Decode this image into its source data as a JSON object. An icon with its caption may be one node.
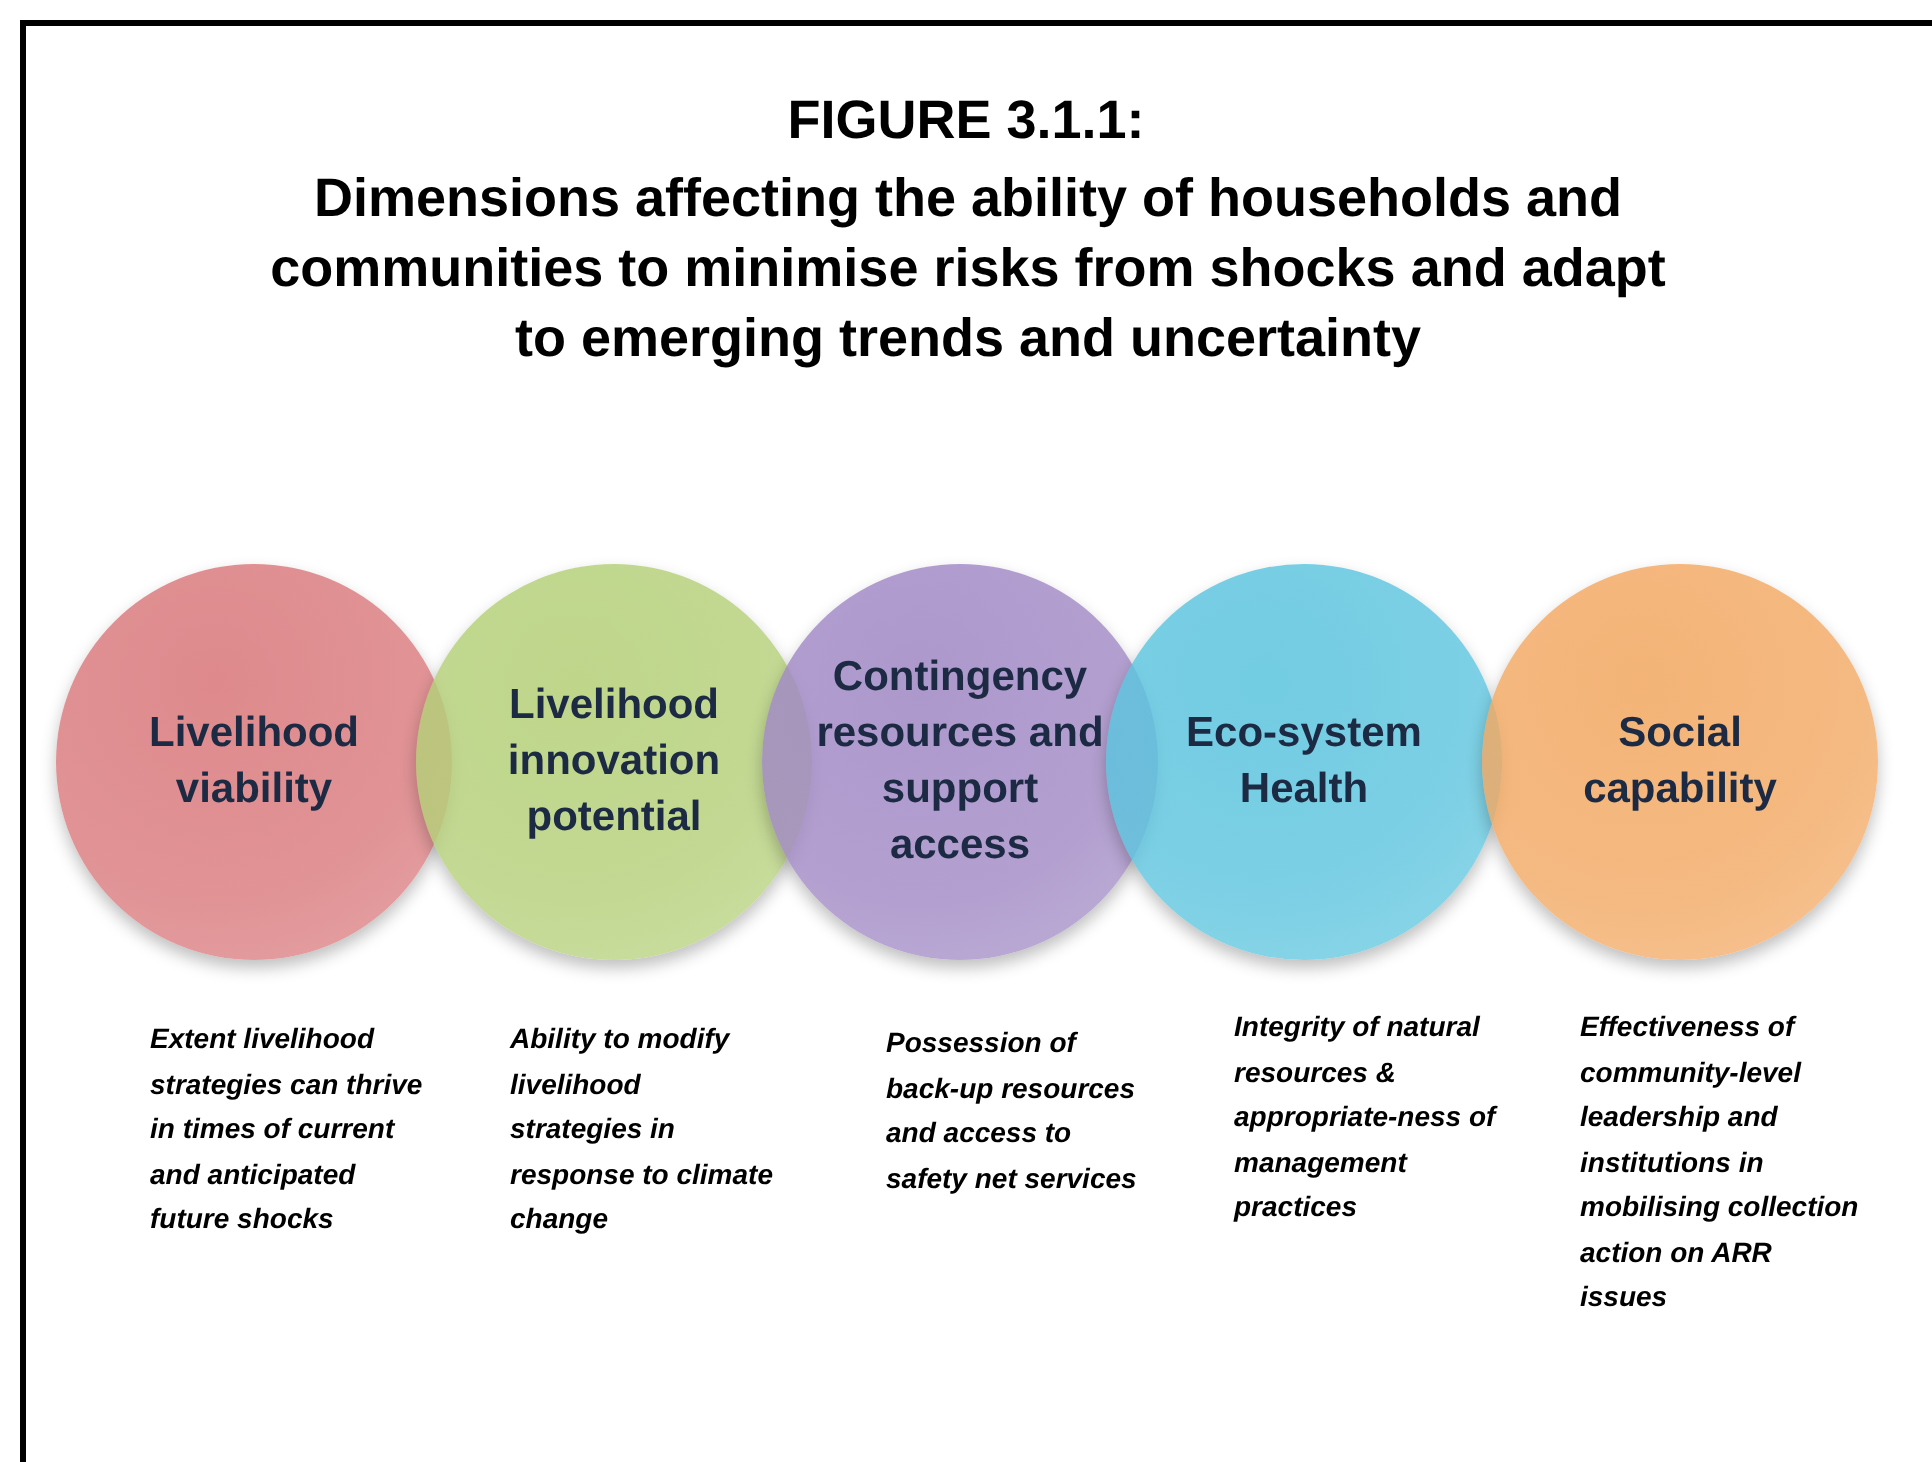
{
  "diagram": {
    "title": "FIGURE 3.1.1:",
    "labels": [
      "Dimensions affecting the ability of households and communities to minimise risks from shocks and adapt to emerging trends and uncertainty"
    ],
    "nodes": [
      {
        "text": [
          "Livelihood viability"
        ],
        "beside": [
          "Extent livelihood strategies can thrive in times of current and anticipated future shocks"
        ]
      },
      {
        "text": [
          "Livelihood innovation potential"
        ],
        "beside": [
          "Ability to modify livelihood strategies in response to climate change"
        ]
      },
      {
        "text": [
          "Contingency resources and support access"
        ],
        "beside": [
          "Possession of back-up resources and access to safety net services"
        ]
      },
      {
        "text": [
          "Eco-system Health"
        ],
        "beside": [
          "Integrity of natural resources & appropriate-ness of management practices"
        ]
      },
      {
        "text": [
          "Social capability"
        ],
        "beside": [
          "Effectiveness of community-level leadership and institutions in mobilising collection action on ARR issues"
        ]
      }
    ]
  }
}
